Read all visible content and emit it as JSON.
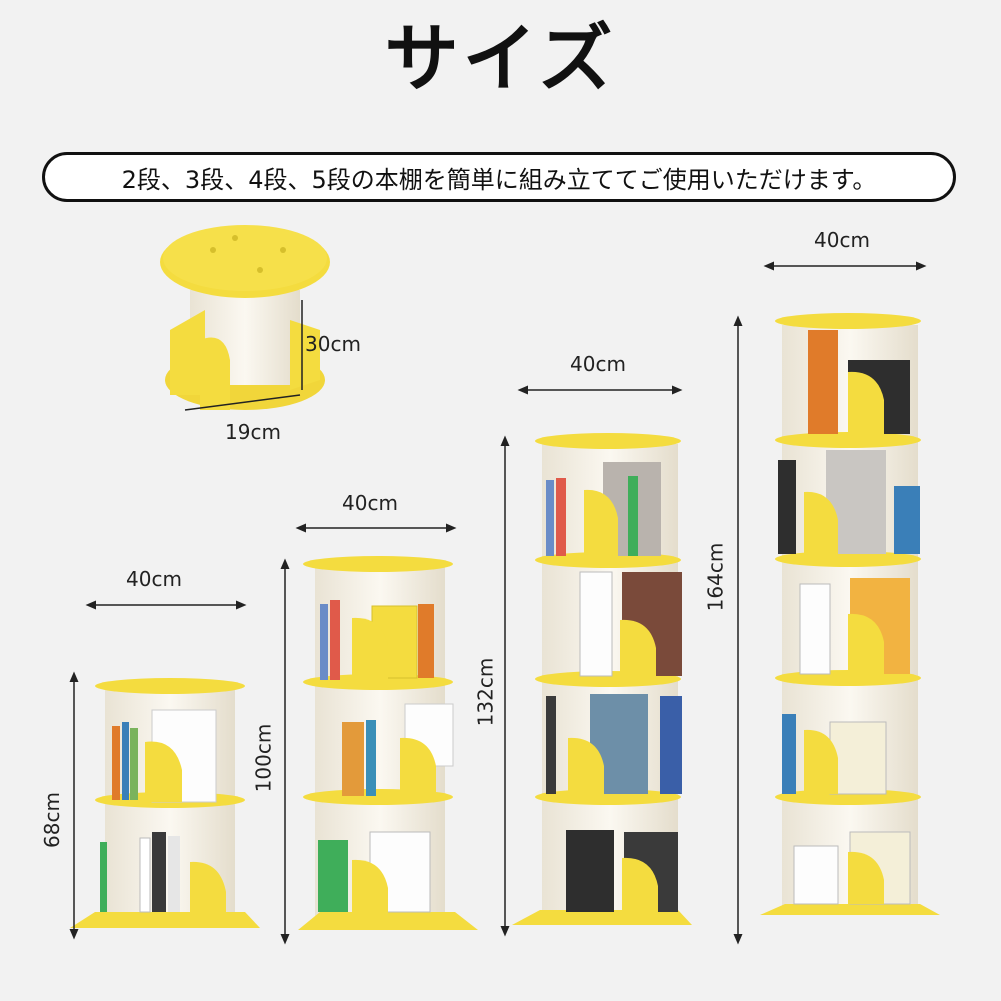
{
  "title": "サイズ",
  "subtitle": "2段、3段、4段、5段の本棚を簡単に組み立ててご使用いただけます。",
  "module": {
    "height": "30cm",
    "depth": "19cm"
  },
  "shelves": [
    {
      "tiers": 2,
      "width": "40cm",
      "height": "68cm"
    },
    {
      "tiers": 3,
      "width": "40cm",
      "height": "100cm"
    },
    {
      "tiers": 4,
      "width": "40cm",
      "height": "132cm"
    },
    {
      "tiers": 5,
      "width": "40cm",
      "height": "164cm"
    }
  ],
  "colors": {
    "background": "#f2f2f2",
    "shelf_yellow": "#f4dc3f",
    "panel_white": "#f7f3ea",
    "text": "#111111"
  }
}
